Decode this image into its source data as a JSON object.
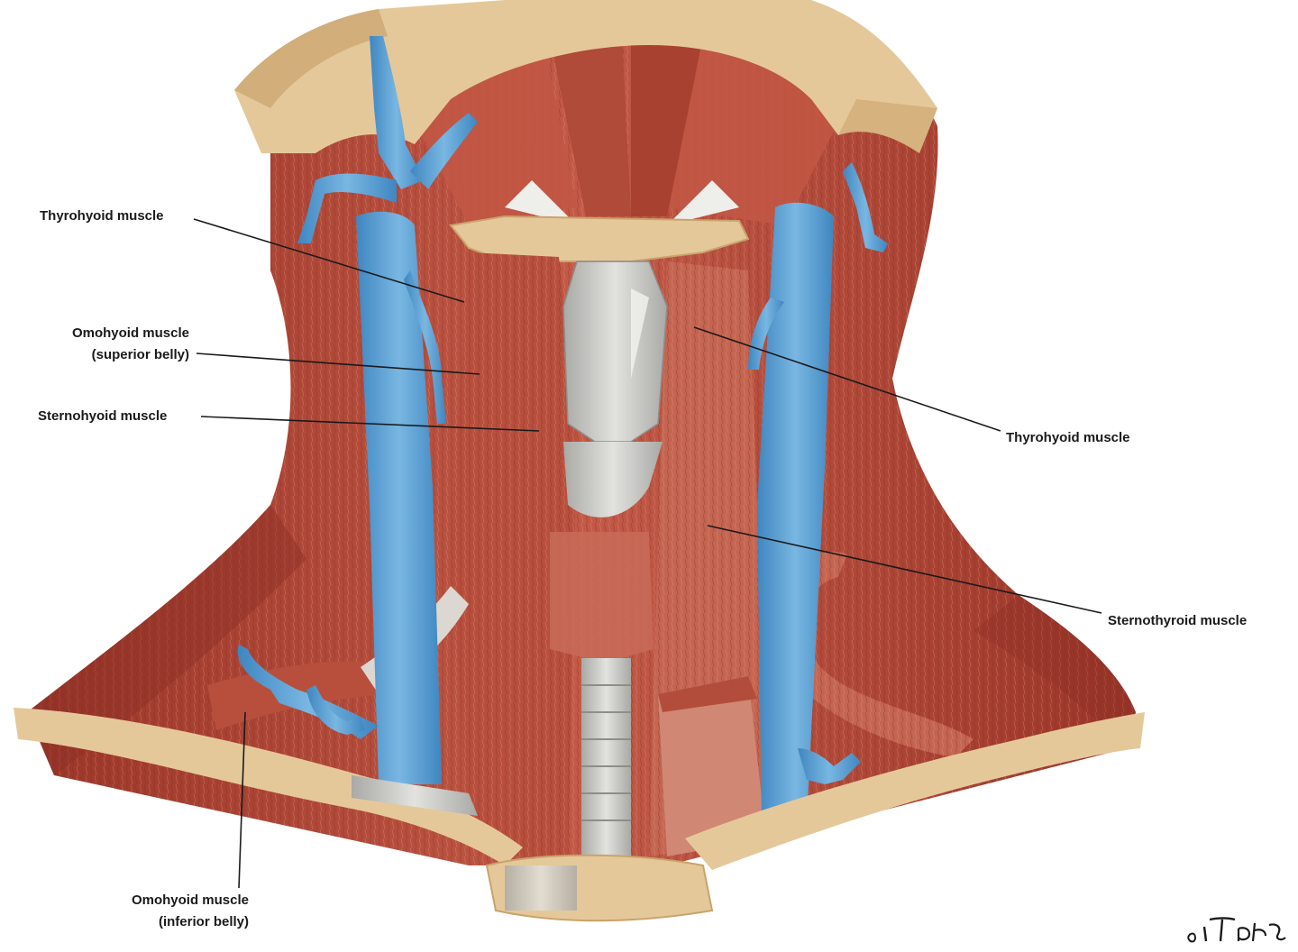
{
  "labels": {
    "thyrohyoid_left": "Thyrohyoid muscle",
    "omohyoid_superior_line1": "Omohyoid muscle",
    "omohyoid_superior_line2": "(superior belly)",
    "sternohyoid": "Sternohyoid muscle",
    "thyrohyoid_right": "Thyrohyoid muscle",
    "sternothyroid": "Sternothyroid muscle",
    "omohyoid_inferior_line1": "Omohyoid muscle",
    "omohyoid_inferior_line2": "(inferior belly)"
  },
  "colors": {
    "muscle": "#b5483a",
    "muscle_dark": "#8e2f25",
    "muscle_light": "#d98a78",
    "vein": "#5aa0d2",
    "vein_dark": "#3a7fb8",
    "cartilage": "#c9c9c6",
    "bone": "#e5c89a",
    "bone_dark": "#c9a36c",
    "label_text": "#1a1a1a"
  },
  "icons": {
    "signature": "artist-signature"
  }
}
